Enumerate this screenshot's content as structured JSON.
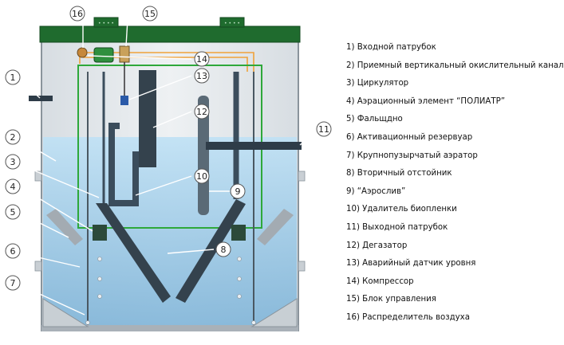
{
  "callouts": [
    "16",
    "15",
    "14",
    "13",
    "12",
    "1",
    "2",
    "3",
    "4",
    "5",
    "6",
    "7",
    "10",
    "9",
    "11",
    "8"
  ],
  "legend": [
    "1) Входной патрубок",
    "2) Приемный вертикальный окислительный канал",
    "3) Циркулятор",
    "4) Аэрационный элемент “ПОЛИАТР”",
    "5) Фальщдно",
    "6) Активационный резервуар",
    "7) Крупнопузырчатый аэратор",
    "8) Вторичный отстойник",
    "9) “Аэрослив”",
    "10) Удалитель биопленки",
    "11) Выходной патрубок",
    "12) Дегазатор",
    "13) Аварийный датчик уровня",
    "14) Компрессор",
    "15) Блок управления",
    "16) Распределитель воздуха"
  ],
  "colors": {
    "lid": "#1f6b2e",
    "water": "#9ccbe8",
    "wall": "#b5bcc2",
    "air_line": "#f0a23a",
    "power_line": "#2ea83a",
    "pipe": "#3b4d5c"
  }
}
